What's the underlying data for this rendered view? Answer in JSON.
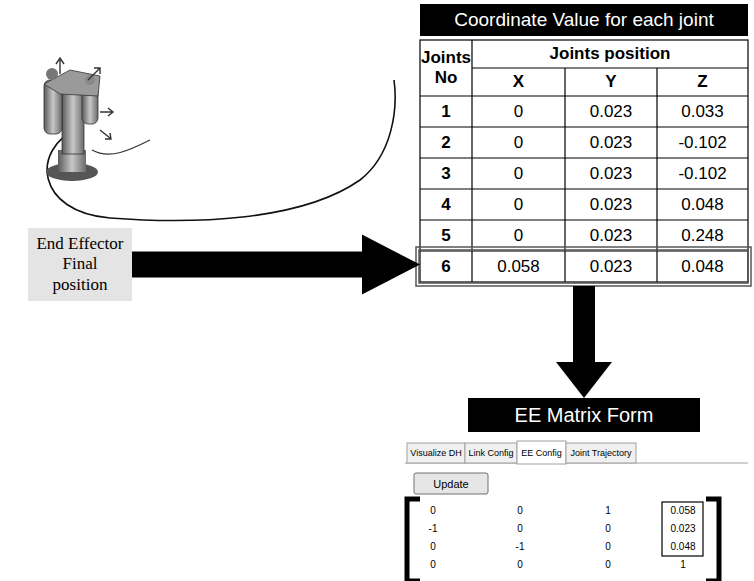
{
  "diagram": {
    "nodes": [
      {
        "text": [
          "End Effector Final position"
        ]
      },
      {
        "text": [
          "Coordinate Value for each joint"
        ]
      },
      {
        "text": [
          "EE Matrix Form"
        ]
      }
    ],
    "edges": [
      {
        "from": 0,
        "to": 1,
        "arrow": "to"
      },
      {
        "from": 1,
        "to": 2,
        "arrow": "to"
      }
    ],
    "labels": [
      "Joints No",
      "Joints position",
      "X",
      "Y",
      "Z",
      "",
      "1",
      "0",
      "0.023",
      "0.033",
      "2",
      "0",
      "0.023",
      "-0.102",
      "3",
      "0",
      "0.023",
      "-0.102",
      "4",
      "0",
      "0.023",
      "0.048",
      "5",
      "0",
      "0.023",
      "0.248",
      "6",
      "0.058",
      "0.023",
      "0.048",
      "Visualize DH",
      "Link Config",
      "EE Config",
      "Joint Trajectory",
      "Update",
      "0",
      "0",
      "1",
      "0.058",
      "-1",
      "0",
      "0",
      "0.023",
      "0",
      "-1",
      "0",
      "0.048",
      "0",
      "0",
      "0",
      "1"
    ]
  }
}
